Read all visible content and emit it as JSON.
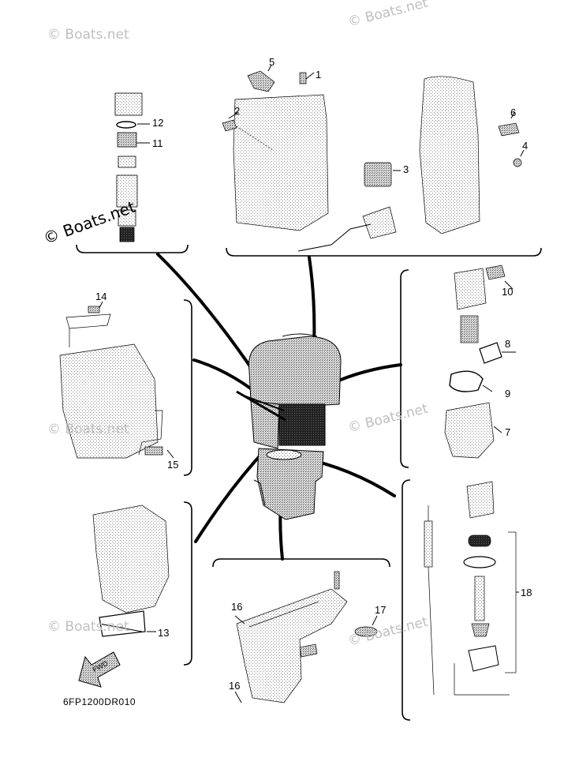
{
  "diagram_code": "6FP1200DR010",
  "watermark": "© Boats.net",
  "fwd_label": "FWD",
  "parts": [
    {
      "id": "1",
      "label": "1"
    },
    {
      "id": "2",
      "label": "2"
    },
    {
      "id": "3",
      "label": "3"
    },
    {
      "id": "4",
      "label": "4"
    },
    {
      "id": "5",
      "label": "5"
    },
    {
      "id": "6",
      "label": "6"
    },
    {
      "id": "7",
      "label": "7"
    },
    {
      "id": "8",
      "label": "8"
    },
    {
      "id": "9",
      "label": "9"
    },
    {
      "id": "10",
      "label": "10"
    },
    {
      "id": "11",
      "label": "11"
    },
    {
      "id": "12",
      "label": "12"
    },
    {
      "id": "13",
      "label": "13"
    },
    {
      "id": "14",
      "label": "14"
    },
    {
      "id": "15",
      "label": "15"
    },
    {
      "id": "16a",
      "label": "16"
    },
    {
      "id": "16b",
      "label": "16"
    },
    {
      "id": "17",
      "label": "17"
    },
    {
      "id": "18",
      "label": "18"
    }
  ]
}
